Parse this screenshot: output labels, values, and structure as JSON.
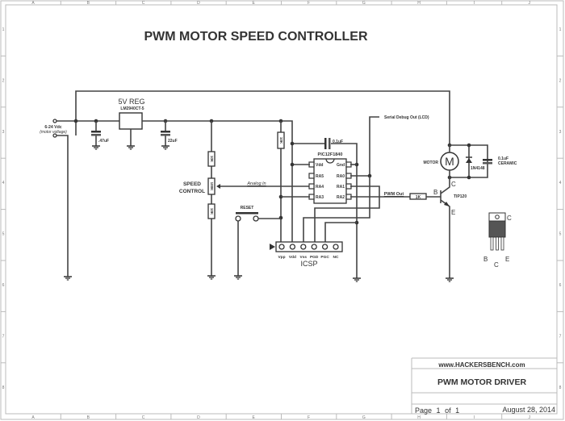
{
  "title": "PWM MOTOR SPEED CONTROLLER",
  "frame": {
    "columns": [
      "A",
      "B",
      "C",
      "D",
      "E",
      "F",
      "G",
      "H",
      "I",
      "J"
    ],
    "rows": [
      "1",
      "2",
      "3",
      "4",
      "5",
      "6",
      "7",
      "8"
    ]
  },
  "power": {
    "input_label": "6-24 Vdc",
    "input_note": "(motor voltage)",
    "regulator_label": "5V REG",
    "regulator_part": "LM2940CT-5",
    "cap_in": ".47uF",
    "cap_out": "22uF"
  },
  "speed_control": {
    "label_line1": "SPEED",
    "label_line2": "CONTROL",
    "r_top": "10K",
    "pot": "100K",
    "r_bottom": "10K",
    "signal": "Analog In"
  },
  "mcu": {
    "part": "PIC12F1840",
    "decoupling": "0.1uF",
    "pullup": "10K",
    "pins_left": [
      "Vdd",
      "RA5",
      "RA4",
      "RA3"
    ],
    "pins_right": [
      "Gnd",
      "RA0",
      "RA1",
      "RA2"
    ]
  },
  "reset": {
    "label": "RESET"
  },
  "icsp": {
    "label": "ICSP",
    "pins": [
      "Vpp",
      "Vdd",
      "Vss",
      "PGD",
      "PGC",
      "NC"
    ]
  },
  "debug": {
    "label": "Serial Debug Out (LCD)"
  },
  "driver": {
    "pwm_label": "PWM Out",
    "base_resistor": "1K",
    "transistor": "TIP120",
    "pin_b": "B",
    "pin_c": "C",
    "pin_e": "E",
    "motor_label": "MOTOR",
    "motor_symbol": "M",
    "diode": "1N4148",
    "snubber_line1": "0.1uF",
    "snubber_line2": "CERAMIC"
  },
  "package": {
    "pin_top": "C",
    "pin_b": "B",
    "pin_c": "C",
    "pin_e": "E"
  },
  "titleblock": {
    "website": "www.HACKERSBENCH.com",
    "name": "PWM MOTOR DRIVER",
    "page_word": "Page",
    "page_num": "1",
    "page_of": "of",
    "page_total": "1",
    "date": "August 28, 2014"
  }
}
